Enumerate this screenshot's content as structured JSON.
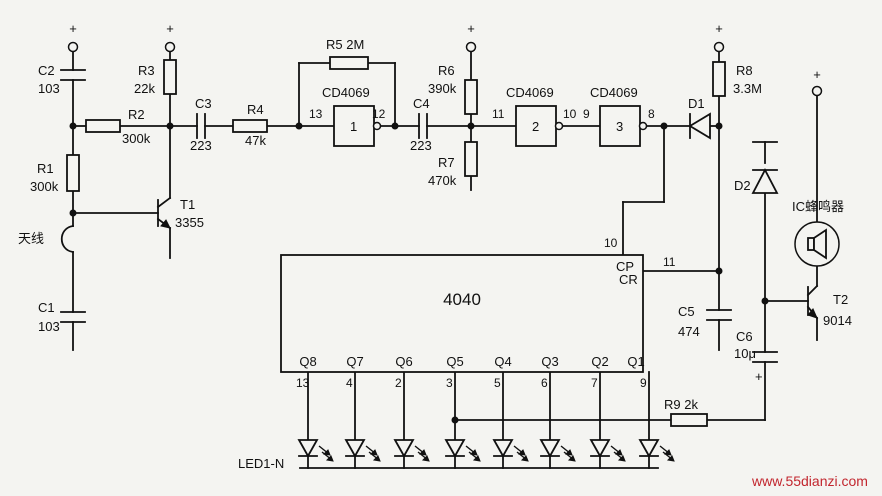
{
  "supply_symbol": "+",
  "watermark": "www.55dianzi.com",
  "labels": {
    "C2": "C2",
    "C2_val": "103",
    "R3": "R3",
    "R3_val": "22k",
    "R2": "R2",
    "R2_val": "300k",
    "R1": "R1",
    "R1_val": "300k",
    "T1": "T1",
    "T1_val": "3355",
    "antenna": "天线",
    "C1": "C1",
    "C1_val": "103",
    "C3": "C3",
    "C3_val": "223",
    "R4": "R4",
    "R4_val": "47k",
    "R5": "R5  2M",
    "gate1_chip": "CD4069",
    "gate1_num": "1",
    "gate1_in": "13",
    "gate1_out": "12",
    "C4": "C4",
    "C4_val": "223",
    "R6": "R6",
    "R6_val": "390k",
    "R7": "R7",
    "R7_val": "470k",
    "gate2_chip": "CD4069",
    "gate2_num": "2",
    "gate2_in": "11",
    "gate2_out": "10",
    "gate3_chip": "CD4069",
    "gate3_num": "3",
    "gate3_in": "9",
    "gate3_out": "8",
    "D1": "D1",
    "R8": "R8",
    "R8_val": "3.3M",
    "D2": "D2",
    "buzzer": "IC蜂鸣器",
    "T2": "T2",
    "T2_val": "9014",
    "C5": "C5",
    "C5_val": "474",
    "C6": "C6",
    "C6_val": "10μ",
    "cap_plus": "+",
    "R9": "R9  2k",
    "led": "LED1-N"
  },
  "ic": {
    "name": "4040",
    "cp_label": "CP",
    "cp_pin": "10",
    "cr_label": "CR",
    "cr_pin": "11",
    "outputs": [
      {
        "label": "Q8",
        "pin": "13"
      },
      {
        "label": "Q7",
        "pin": "4"
      },
      {
        "label": "Q6",
        "pin": "2"
      },
      {
        "label": "Q5",
        "pin": "3"
      },
      {
        "label": "Q4",
        "pin": "5"
      },
      {
        "label": "Q3",
        "pin": "6"
      },
      {
        "label": "Q2",
        "pin": "7"
      },
      {
        "label": "Q1",
        "pin": "9"
      }
    ]
  }
}
